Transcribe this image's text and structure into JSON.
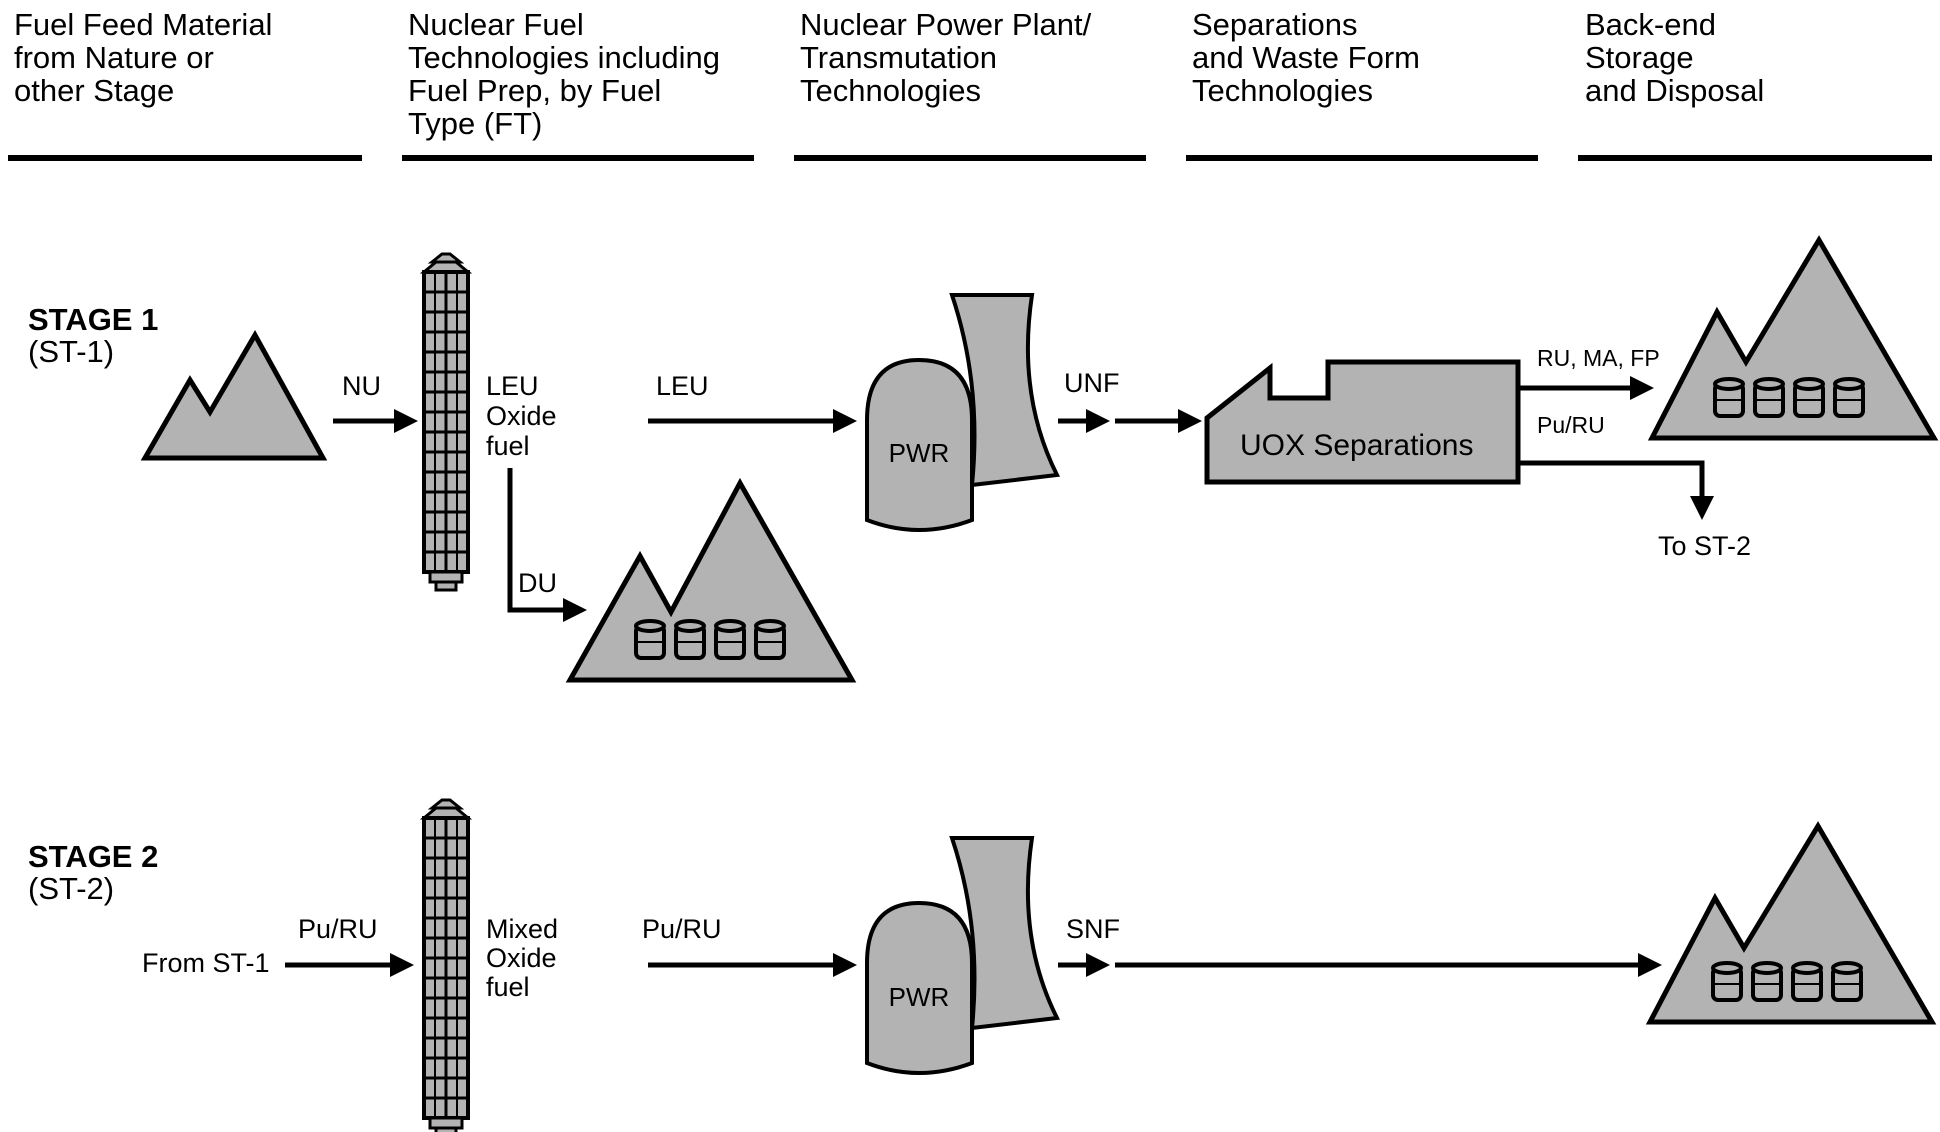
{
  "colors": {
    "fill": "#b3b3b3",
    "stroke": "#000000",
    "background": "#ffffff"
  },
  "columns": [
    {
      "lines": [
        "Fuel Feed Material",
        "from Nature or",
        "other Stage"
      ]
    },
    {
      "lines": [
        "Nuclear Fuel",
        "Technologies including",
        "Fuel Prep, by Fuel",
        "Type (FT)"
      ]
    },
    {
      "lines": [
        "Nuclear Power Plant/",
        "Transmutation",
        "Technologies"
      ]
    },
    {
      "lines": [
        "Separations",
        "and Waste Form",
        "Technologies"
      ]
    },
    {
      "lines": [
        "Back-end",
        "Storage",
        "and Disposal"
      ]
    }
  ],
  "stage1": {
    "title": "STAGE 1",
    "subtitle": "(ST-1)",
    "nu": "NU",
    "fuel": [
      "LEU",
      "Oxide",
      "fuel"
    ],
    "leu": "LEU",
    "du": "DU",
    "pwr": "PWR",
    "unf": "UNF",
    "separations": "UOX Separations",
    "to_storage": "RU, MA, FP",
    "to_stage2": "Pu/RU",
    "to_stage2_target": "To ST-2"
  },
  "stage2": {
    "title": "STAGE 2",
    "subtitle": "(ST-2)",
    "source": "From ST-1",
    "feed": "Pu/RU",
    "fuel": [
      "Mixed",
      "Oxide",
      "fuel"
    ],
    "feed2": "Pu/RU",
    "pwr": "PWR",
    "snf": "SNF"
  },
  "icons": [
    "mountain-icon",
    "fuel-rod-icon",
    "storage-mountain-icon",
    "power-plant-icon",
    "separations-building-icon",
    "waste-canister-icon",
    "arrow-icon"
  ]
}
